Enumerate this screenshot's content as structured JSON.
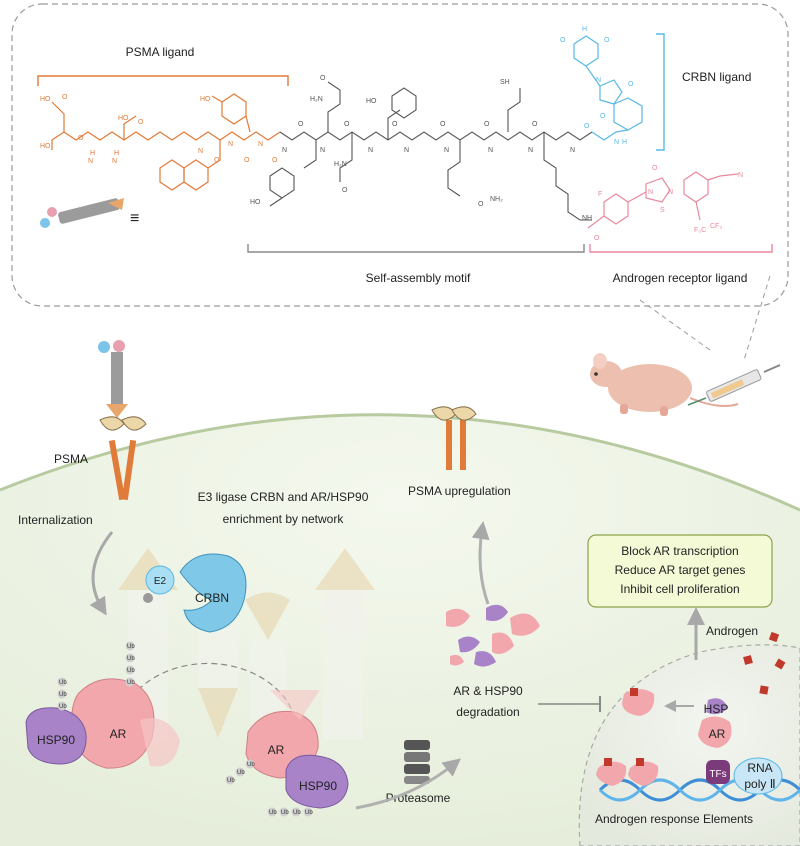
{
  "structure_panel": {
    "psma_ligand_label": "PSMA ligand",
    "crbn_ligand_label": "CRBN ligand",
    "self_assembly_label": "Self-assembly motif",
    "androgen_receptor_ligand_label": "Androgen receptor ligand",
    "colors": {
      "psma": "#e07b3a",
      "crbn": "#5bb8e6",
      "ar_ligand": "#e8899d",
      "backbone": "#555555"
    }
  },
  "cell_panel": {
    "psma_label": "PSMA",
    "internalization_label": "Internalization",
    "e3_title_line1": "E3 ligase CRBN and AR/HSP90",
    "e3_title_line2": "enrichment by network",
    "psma_upregulation_label": "PSMA upregulation",
    "e2_label": "E2",
    "crbn_label": "CRBN",
    "ar_label": "AR",
    "hsp90_label": "HSP90",
    "ub_label": "Ub",
    "degradation_line1": "AR & HSP90",
    "degradation_line2": "degradation",
    "proteasome_label": "Proteasome",
    "effects": [
      "Block AR transcription",
      "Reduce AR target genes",
      "Inhibit cell proliferation"
    ],
    "androgen_label": "Androgen",
    "hsp_label": "HSP",
    "nucleus_ar_label": "AR",
    "tfs_label": "TFs",
    "rna_line1": "RNA",
    "rna_line2": "poly Ⅱ",
    "are_label": "Androgen response Elements"
  }
}
